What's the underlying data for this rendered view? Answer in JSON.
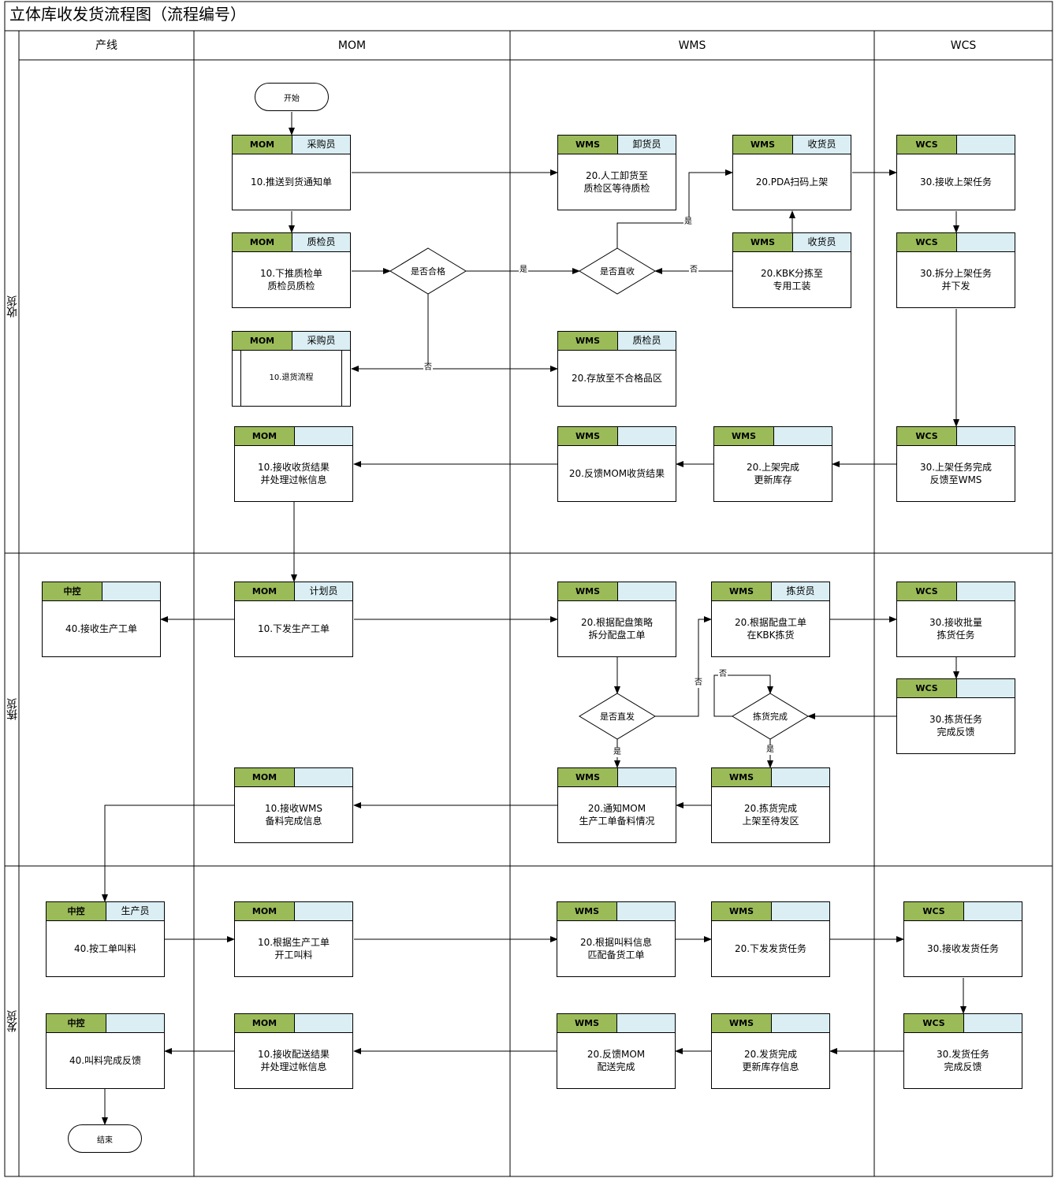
{
  "title": "立体库收发货流程图（流程编号）",
  "columns": [
    "产线",
    "MOM",
    "WMS",
    "WCS"
  ],
  "rows": [
    "收货",
    "拣货",
    "发货"
  ],
  "colors": {
    "tag": "#9bbb59",
    "role": "#daeef3"
  },
  "terminals": {
    "start": "开始",
    "end": "结束"
  },
  "decisions": {
    "qualified": "是否合格",
    "direct_receive": "是否直收",
    "direct_ship": "是否直发",
    "picking_done": "拣货完成"
  },
  "labels": {
    "yes": "是",
    "no": "否"
  },
  "boxes": {
    "r1": {
      "tag": "MOM",
      "role": "采购员",
      "text": "10.推送到货通知单"
    },
    "r2": {
      "tag": "MOM",
      "role": "质检员",
      "text": "10.下推质检单\n质检员质检"
    },
    "r3": {
      "tag": "MOM",
      "role": "采购员",
      "text": "10.退货流程"
    },
    "r4": {
      "tag": "MOM",
      "role": "",
      "text": "10.接收收货结果\n并处理过帐信息"
    },
    "r5": {
      "tag": "WMS",
      "role": "卸货员",
      "text": "20.人工卸货至\n质检区等待质检"
    },
    "r6": {
      "tag": "WMS",
      "role": "收货员",
      "text": "20.PDA扫码上架"
    },
    "r7": {
      "tag": "WMS",
      "role": "收货员",
      "text": "20.KBK分拣至\n专用工装"
    },
    "r8": {
      "tag": "WMS",
      "role": "质检员",
      "text": "20.存放至不合格品区"
    },
    "r9": {
      "tag": "WMS",
      "role": "",
      "text": "20.反馈MOM收货结果"
    },
    "r10": {
      "tag": "WMS",
      "role": "",
      "text": "20.上架完成\n更新库存"
    },
    "r11": {
      "tag": "WCS",
      "role": "",
      "text": "30.接收上架任务"
    },
    "r12": {
      "tag": "WCS",
      "role": "",
      "text": "30.拆分上架任务\n并下发"
    },
    "r13": {
      "tag": "WCS",
      "role": "",
      "text": "30.上架任务完成\n反馈至WMS"
    },
    "p1": {
      "tag": "中控",
      "role": "",
      "text": "40.接收生产工单"
    },
    "p2": {
      "tag": "MOM",
      "role": "计划员",
      "text": "10.下发生产工单"
    },
    "p3": {
      "tag": "WMS",
      "role": "",
      "text": "20.根据配盘策略\n拆分配盘工单"
    },
    "p4": {
      "tag": "WMS",
      "role": "拣货员",
      "text": "20.根据配盘工单\n在KBK拣货"
    },
    "p5": {
      "tag": "WCS",
      "role": "",
      "text": "30.接收批量\n拣货任务"
    },
    "p6": {
      "tag": "WCS",
      "role": "",
      "text": "30.拣货任务\n完成反馈"
    },
    "p7": {
      "tag": "MOM",
      "role": "",
      "text": "10.接收WMS\n备料完成信息"
    },
    "p8": {
      "tag": "WMS",
      "role": "",
      "text": "20.通知MOM\n生产工单备料情况"
    },
    "p9": {
      "tag": "WMS",
      "role": "",
      "text": "20.拣货完成\n上架至待发区"
    },
    "s1": {
      "tag": "中控",
      "role": "生产员",
      "text": "40.按工单叫料"
    },
    "s2": {
      "tag": "MOM",
      "role": "",
      "text": "10.根据生产工单\n开工叫料"
    },
    "s3": {
      "tag": "WMS",
      "role": "",
      "text": "20.根据叫料信息\n匹配备货工单"
    },
    "s4": {
      "tag": "WMS",
      "role": "",
      "text": "20.下发发货任务"
    },
    "s5": {
      "tag": "WCS",
      "role": "",
      "text": "30.接收发货任务"
    },
    "s6": {
      "tag": "中控",
      "role": "",
      "text": "40.叫料完成反馈"
    },
    "s7": {
      "tag": "MOM",
      "role": "",
      "text": "10.接收配送结果\n并处理过帐信息"
    },
    "s8": {
      "tag": "WMS",
      "role": "",
      "text": "20.反馈MOM\n配送完成"
    },
    "s9": {
      "tag": "WMS",
      "role": "",
      "text": "20.发货完成\n更新库存信息"
    },
    "s10": {
      "tag": "WCS",
      "role": "",
      "text": "30.发货任务\n完成反馈"
    }
  }
}
